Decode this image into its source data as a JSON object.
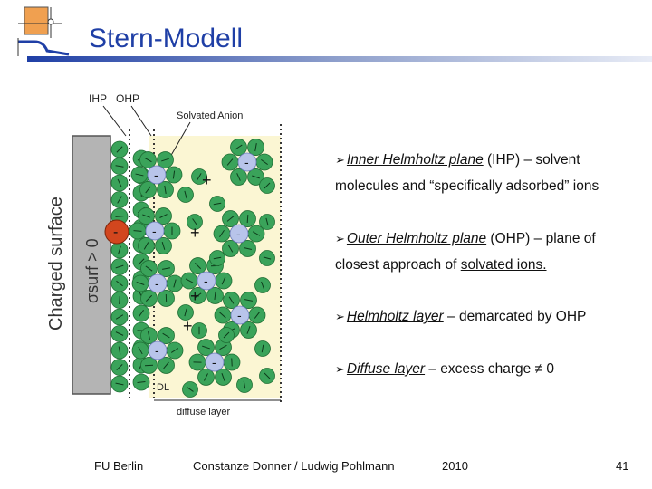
{
  "slide": {
    "title": "Stern-Modell"
  },
  "diagram": {
    "label_ihp": "IHP",
    "label_ohp": "OHP",
    "label_solvated_anion": "Solvated Anion",
    "surface_label": "Charged surface",
    "sigma_label": "σsurf > 0",
    "label_dl": "DL",
    "label_diffuse_layer": "diffuse layer",
    "anion_sign": "-",
    "cation_sign": "+"
  },
  "notes": [
    {
      "term": "Inner Helmholtz plane",
      "rest_line1": " (IHP) – solvent",
      "line2": "molecules and “specifically adsorbed” ions"
    },
    {
      "term": "Outer Helmholtz plane",
      "rest_line1": " (OHP) – plane of",
      "line2_pre": "closest approach of ",
      "line2_u": "solvated ions."
    },
    {
      "term": "Helmholtz layer",
      "rest_line1": " – demarcated by OHP"
    },
    {
      "term": "Diffuse layer",
      "rest_line1": " – excess charge ≠ 0"
    }
  ],
  "footer": {
    "institution": "FU Berlin",
    "authors": "Constanze Donner / Ludwig Pohlmann",
    "year": "2010",
    "page": "41"
  },
  "colors": {
    "title": "#1f3fa6",
    "solvent": "#3aa35a",
    "anion": "#b8c4ea",
    "adsorbed_ion": "#d2461e",
    "diffuse_bg": "#fbf6d3",
    "surface": "#b4b4b4"
  }
}
